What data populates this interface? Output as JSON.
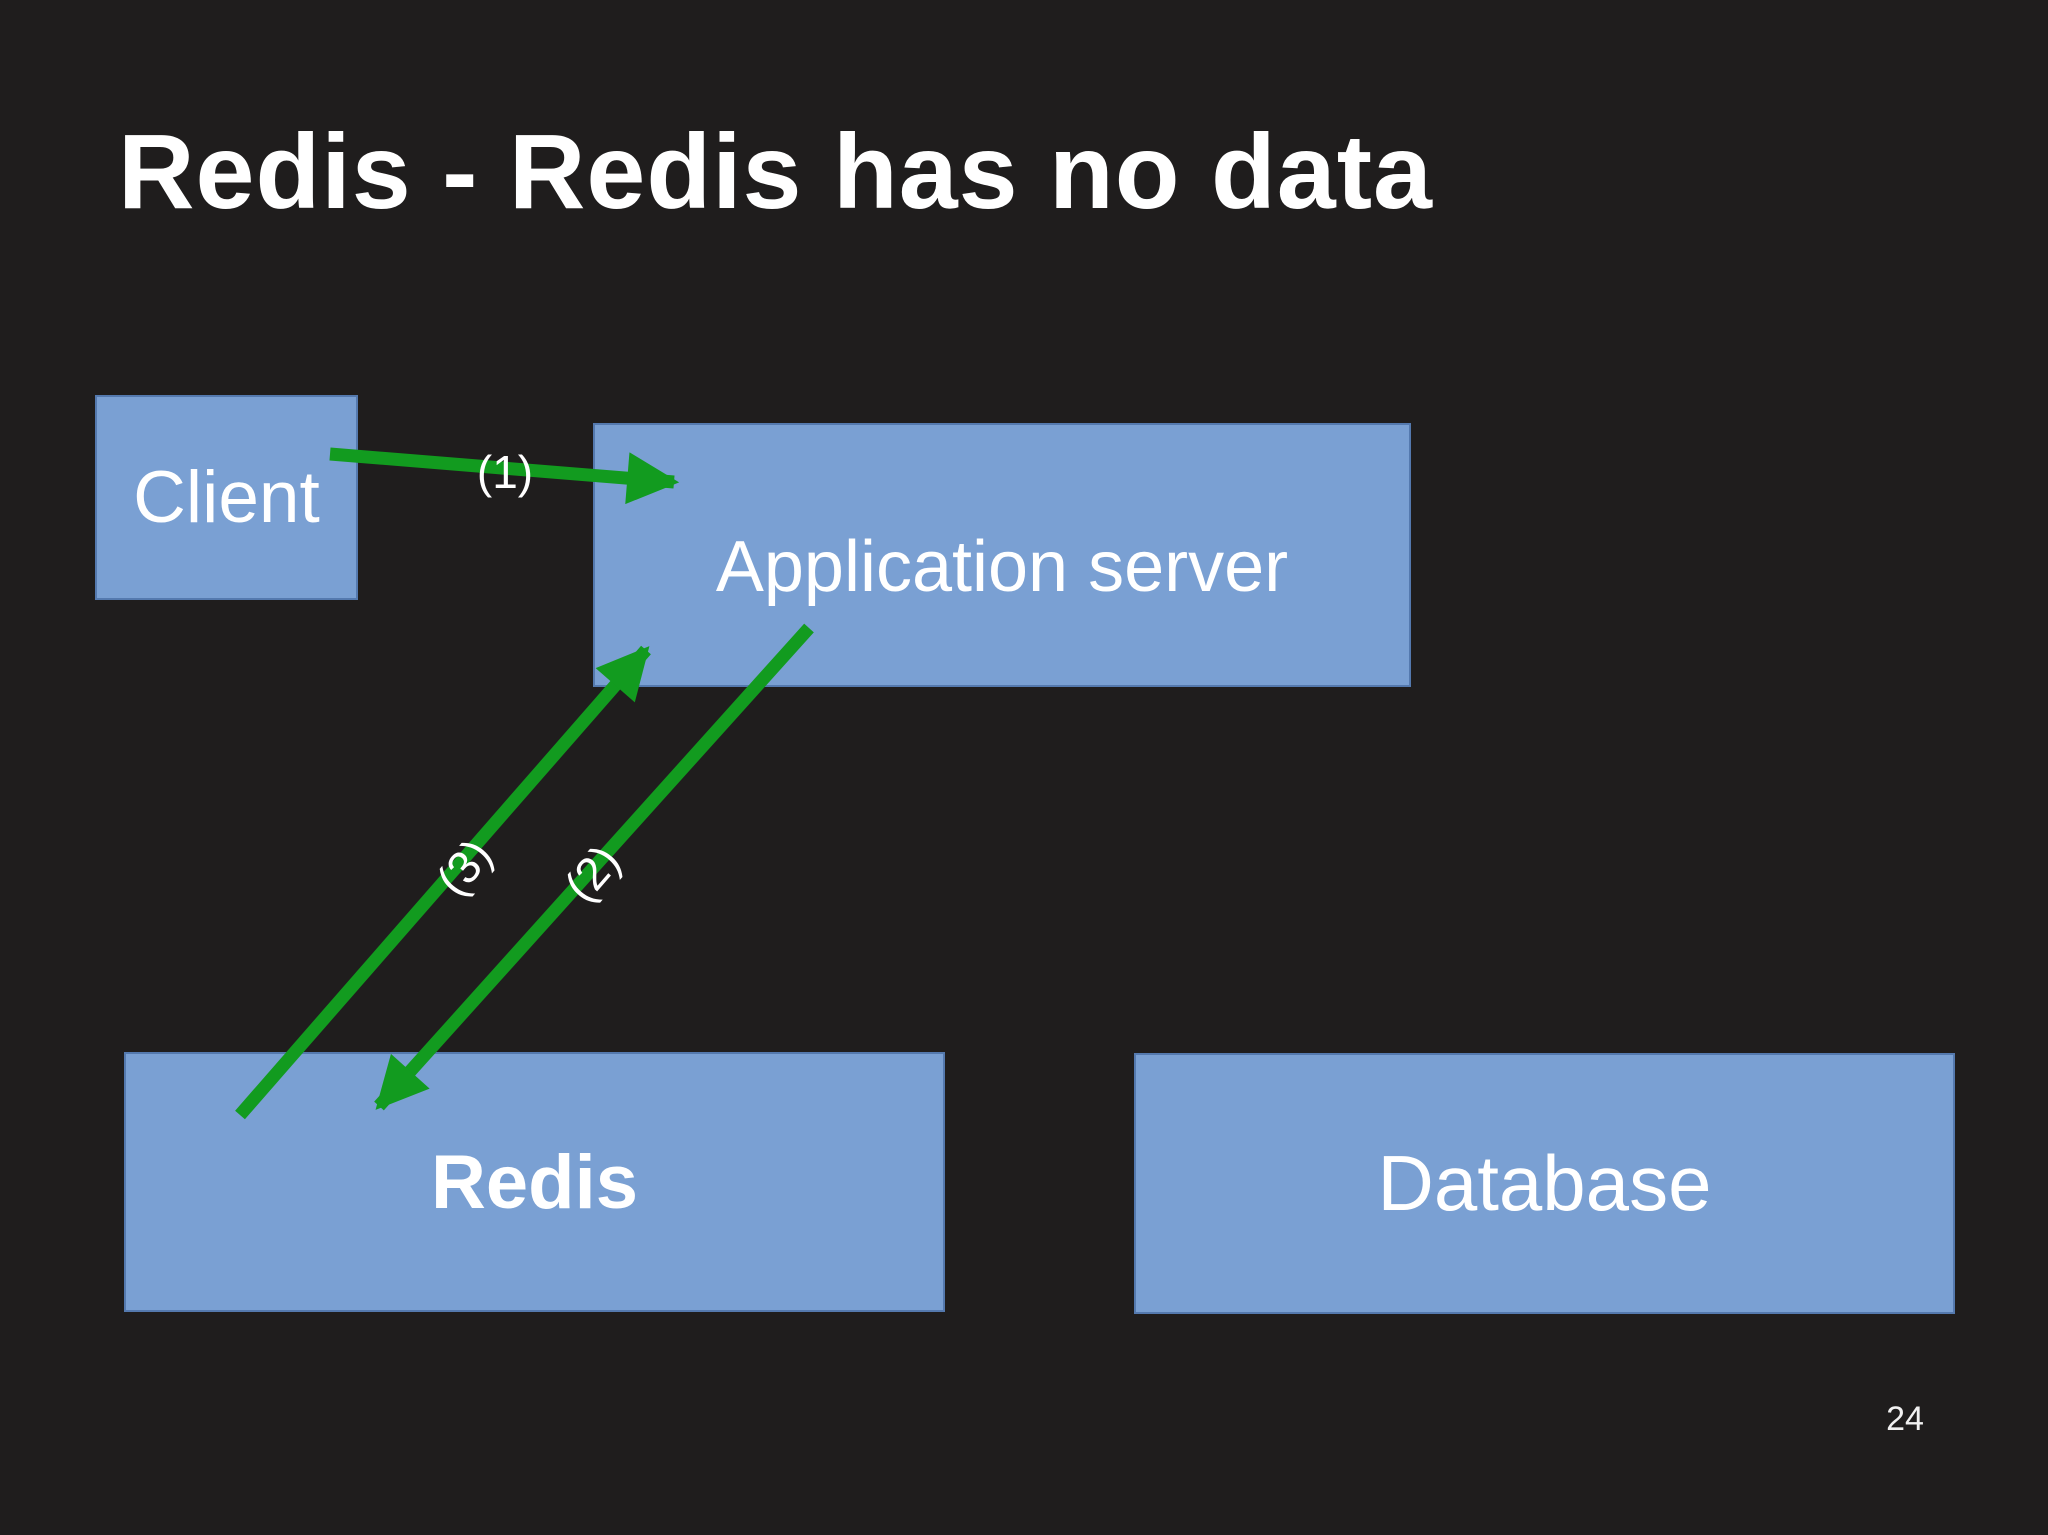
{
  "slide": {
    "title": "Redis - Redis has no data",
    "page_number": "24"
  },
  "colors": {
    "background": "#1f1d1d",
    "box_fill": "#7aa0d3",
    "box_border": "#5479ae",
    "arrow_green": "#129b1f",
    "text": "#ffffff"
  },
  "nodes": {
    "client": {
      "label": "Client"
    },
    "application_server": {
      "label": "Application server"
    },
    "redis": {
      "label": "Redis"
    },
    "database": {
      "label": "Database"
    }
  },
  "arrows": [
    {
      "label": "(1)",
      "from": "client",
      "to": "application_server"
    },
    {
      "label": "(2)",
      "from": "application_server",
      "to": "redis"
    },
    {
      "label": "(3)",
      "from": "redis",
      "to": "application_server"
    }
  ]
}
